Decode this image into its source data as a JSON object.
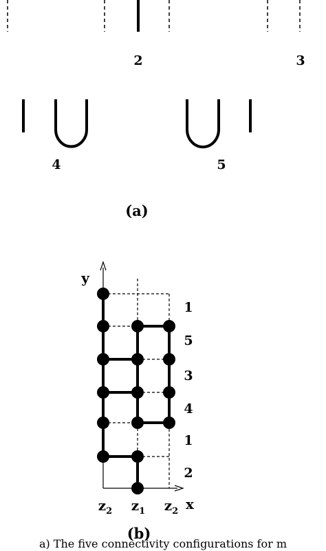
{
  "panel_a": {
    "label": "(a)",
    "configs": [
      {
        "number": "2"
      },
      {
        "number": "3"
      },
      {
        "number": "4"
      },
      {
        "number": "5"
      }
    ]
  },
  "panel_b": {
    "label": "(b)",
    "y_axis_label": "y",
    "x_axis_label": "x",
    "x_ticks": [
      {
        "base": "z",
        "sub": "2"
      },
      {
        "base": "z",
        "sub": "1"
      },
      {
        "base": "z",
        "sub": "2"
      }
    ],
    "row_numbers": [
      "1",
      "5",
      "3",
      "4",
      "1",
      "2"
    ]
  },
  "caption": {
    "text": "a) The five connectivity configurations for m"
  },
  "colors": {
    "ink": "#000000",
    "background": "#ffffff"
  }
}
